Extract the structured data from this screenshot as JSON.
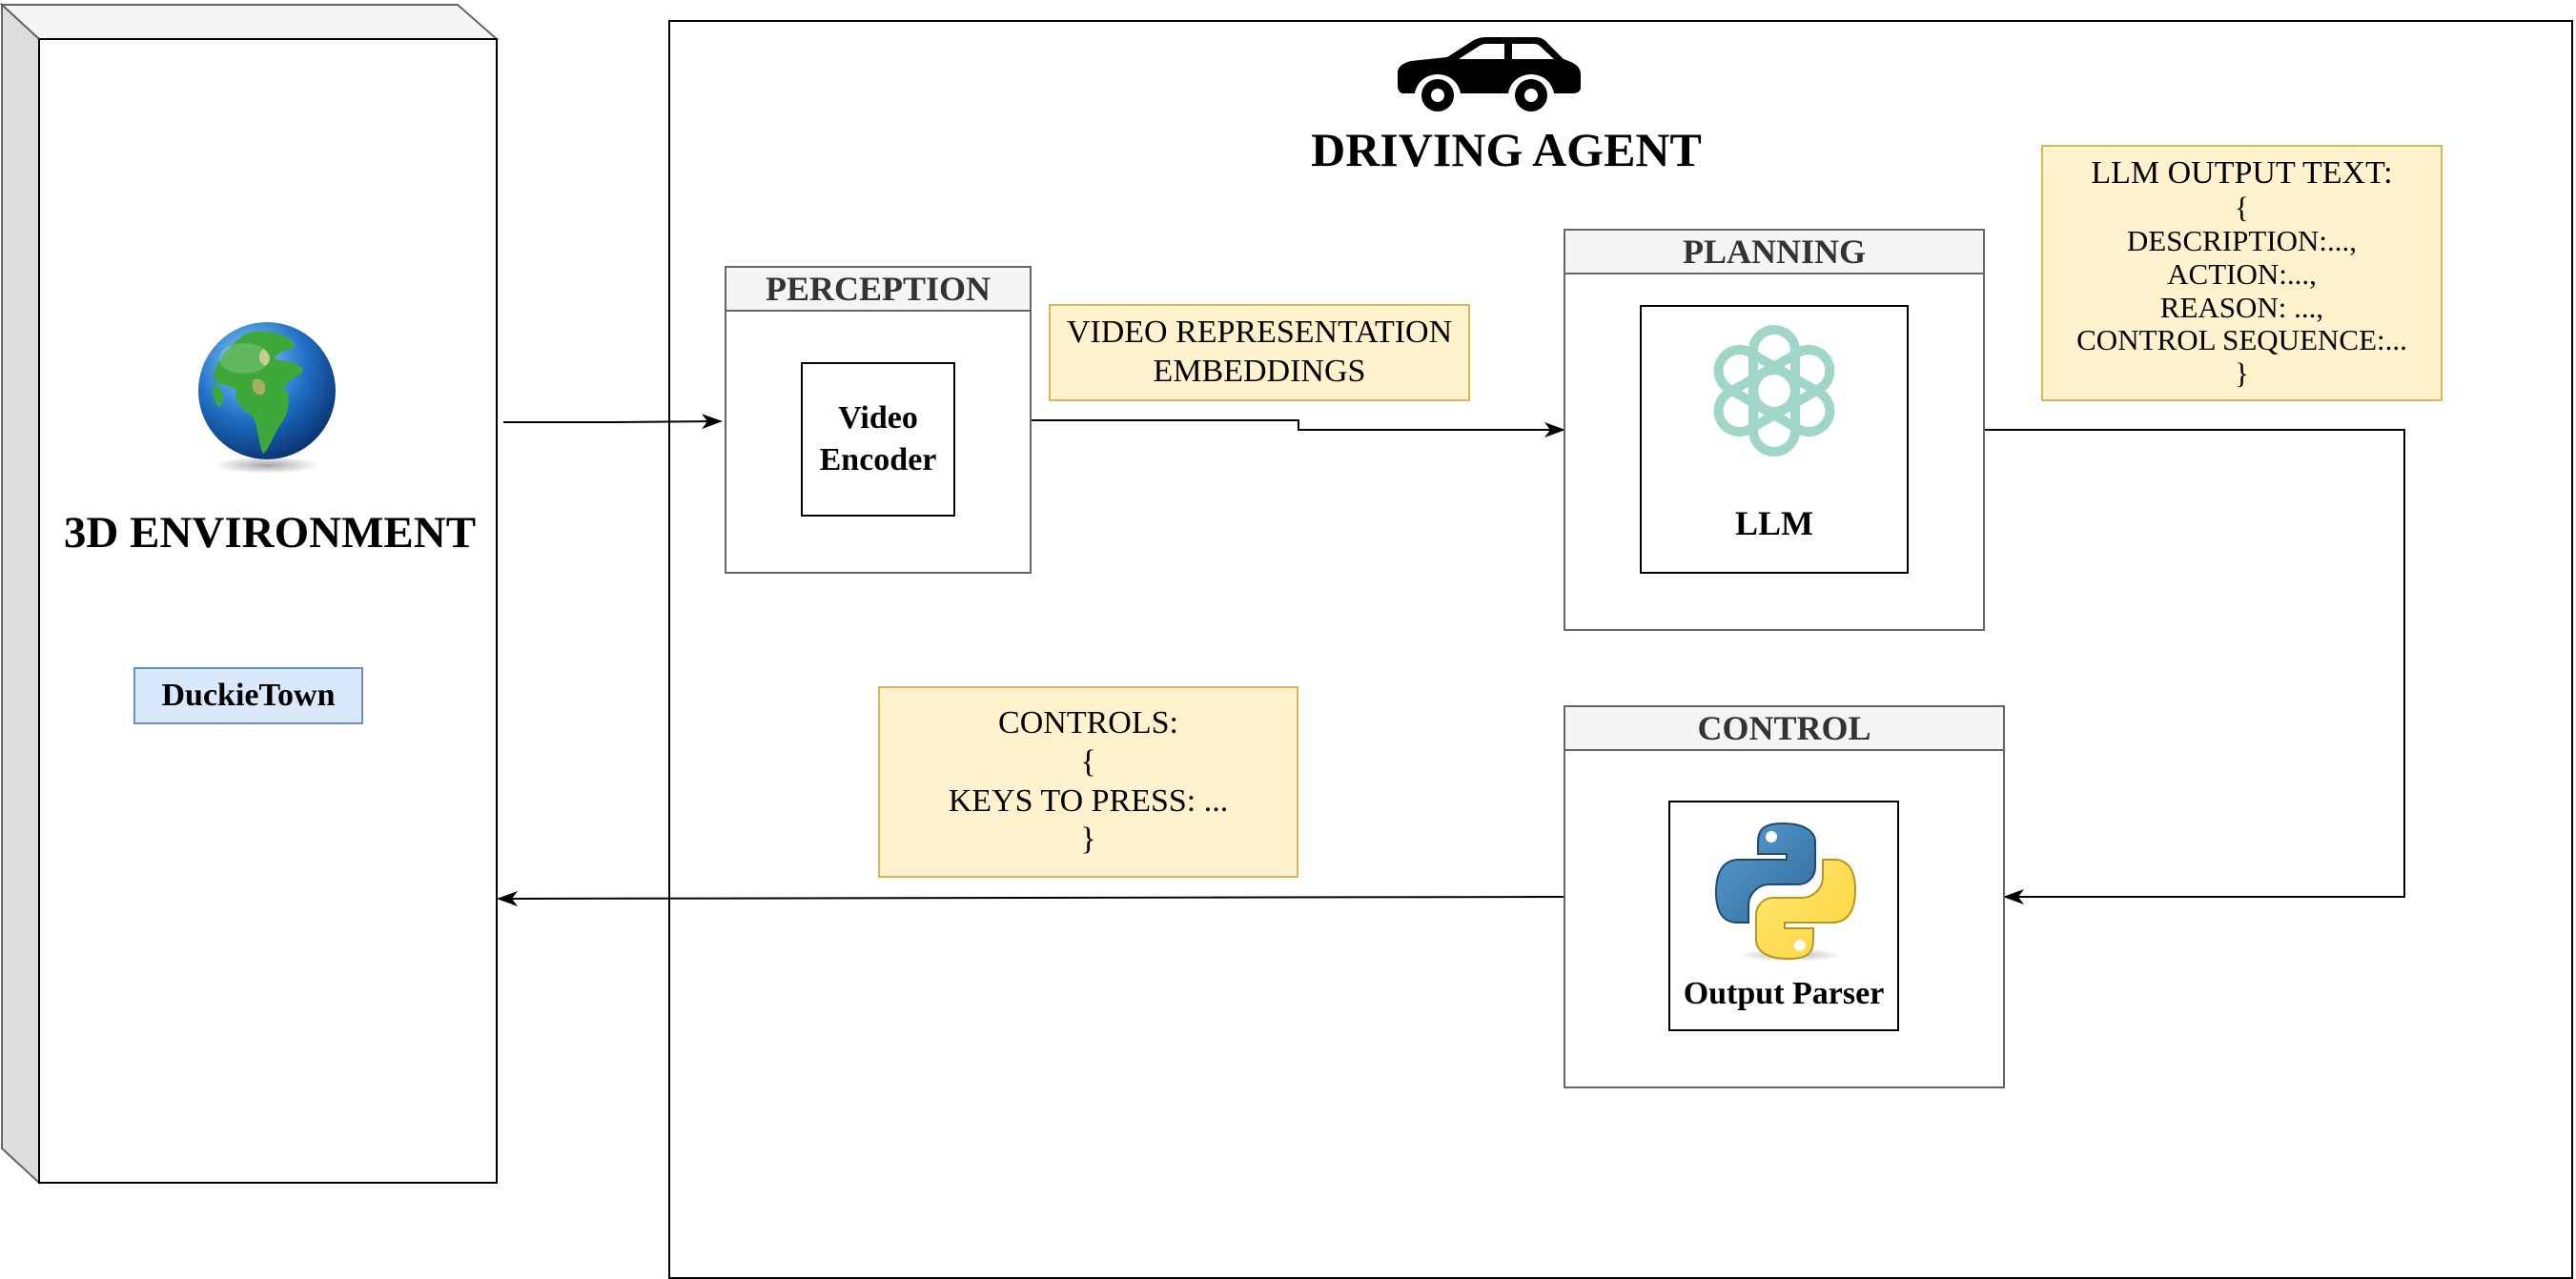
{
  "environment": {
    "title": "3D ENVIRONMENT",
    "platform_label": "DuckieTown",
    "icon": "globe-icon"
  },
  "agent": {
    "title": "DRIVING AGENT",
    "icon": "car-icon"
  },
  "perception": {
    "header": "PERCEPTION",
    "encoder_line1": "Video",
    "encoder_line2": "Encoder"
  },
  "planning": {
    "header": "PLANNING",
    "llm_label": "LLM",
    "icon": "openai-logo-icon"
  },
  "control": {
    "header": "CONTROL",
    "parser_label": "Output Parser",
    "icon": "python-logo-icon"
  },
  "notes": {
    "embeddings": {
      "line1": "VIDEO REPRESENTATION",
      "line2": "EMBEDDINGS"
    },
    "llm_output": {
      "line1": "LLM OUTPUT TEXT:",
      "line2": "{",
      "line3": "DESCRIPTION:...,",
      "line4": "ACTION:...,",
      "line5": "REASON: ...,",
      "line6": "CONTROL SEQUENCE:...",
      "line7": "}"
    },
    "controls": {
      "line1": "CONTROLS:",
      "line2": "{",
      "line3": "KEYS TO PRESS: ...",
      "line4": "}"
    }
  },
  "colors": {
    "note_fill": "#fff2cc",
    "note_border": "#d6b656",
    "label_fill": "#dae8fc",
    "label_border": "#6c8ebf",
    "lane_header_fill": "#f5f5f5",
    "openai_logo": "#9fd6c8"
  }
}
